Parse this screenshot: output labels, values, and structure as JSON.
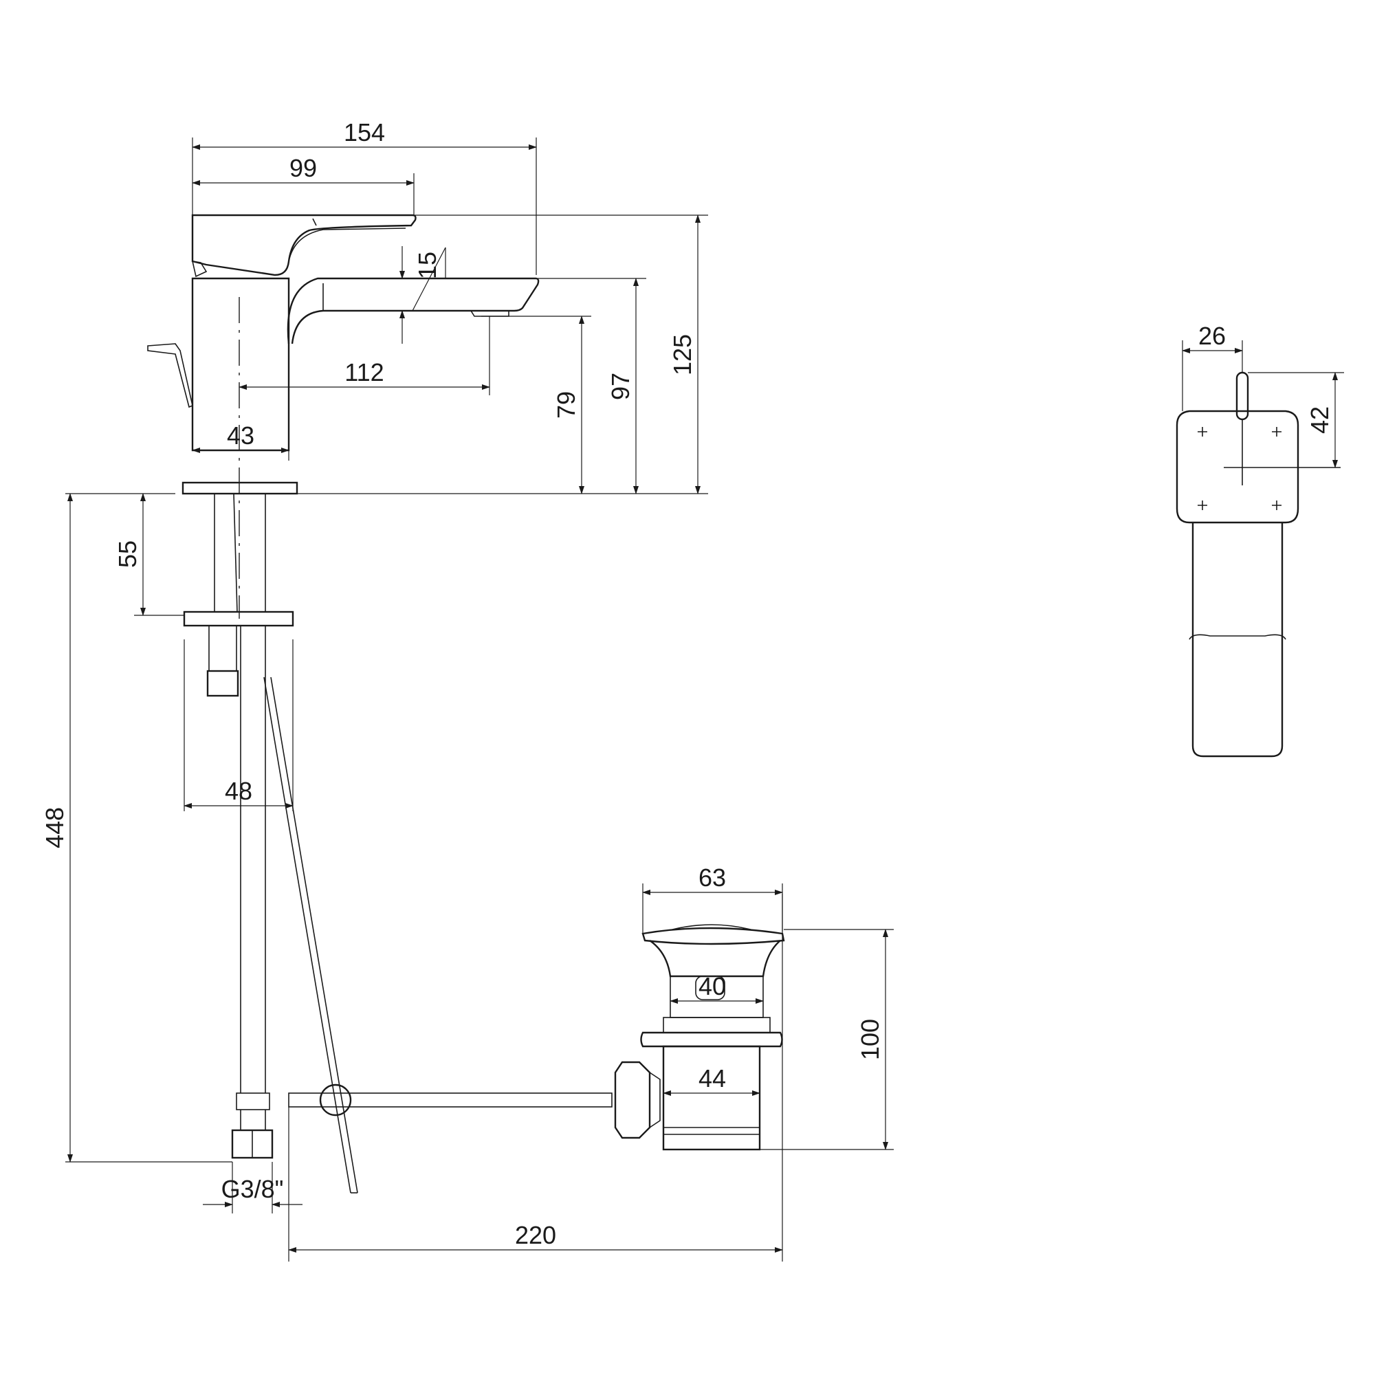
{
  "dimensions": {
    "d154": "154",
    "d99": "99",
    "d15": "15",
    "d112": "112",
    "d43": "43",
    "d79": "79",
    "d97": "97",
    "d125": "125",
    "d55": "55",
    "d448": "448",
    "d48": "48",
    "d63": "63",
    "d40": "40",
    "d44": "44",
    "d100": "100",
    "d220": "220",
    "thread": "G3/8\"",
    "d26": "26",
    "d42": "42"
  }
}
